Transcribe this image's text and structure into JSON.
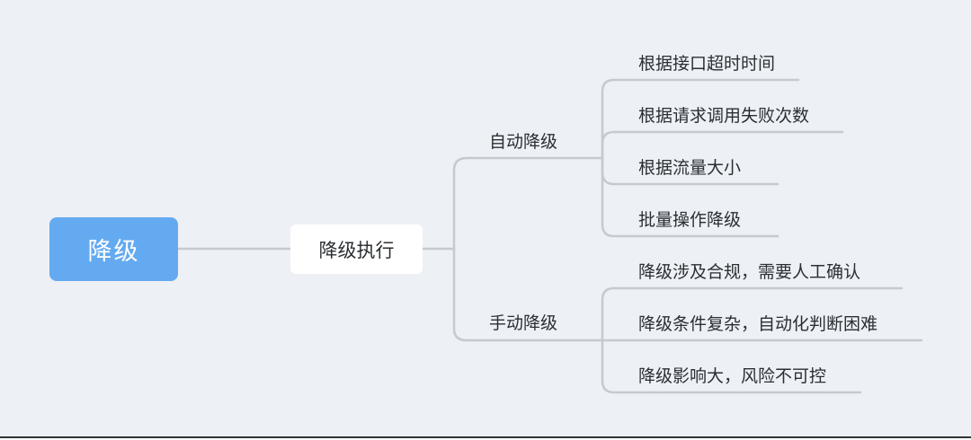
{
  "diagram": {
    "root": {
      "label": "降级"
    },
    "child": {
      "label": "降级执行"
    },
    "branches": [
      {
        "label": "自动降级",
        "leaves": [
          "根据接口超时时间",
          "根据请求调用失败次数",
          "根据流量大小",
          "批量操作降级"
        ]
      },
      {
        "label": "手动降级",
        "leaves": [
          "降级涉及合规，需要人工确认",
          "降级条件复杂，自动化判断困难",
          "降级影响大，风险不可控"
        ]
      }
    ],
    "colors": {
      "background": "#edf0f4",
      "root_fill": "#64aaf0",
      "connector": "#c5cace",
      "text": "#2b2f33"
    }
  }
}
